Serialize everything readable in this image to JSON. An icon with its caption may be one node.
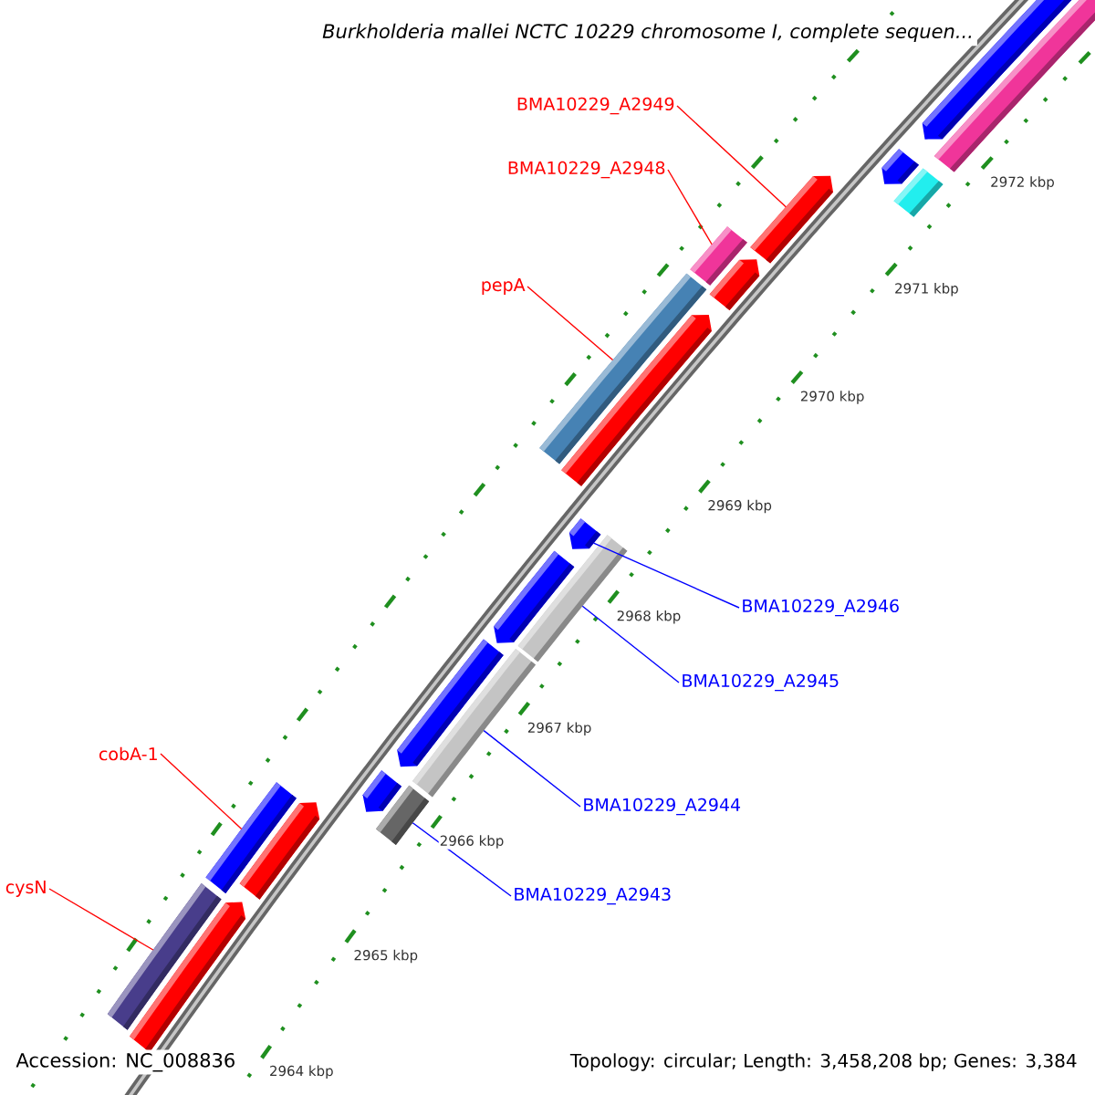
{
  "diagram": {
    "title": "Burkholderia mallei NCTC 10229 chromosome I, complete sequen...",
    "nodes": [
      {
        "text": [
          "BMA10229_A2949"
        ]
      },
      {
        "text": [
          "BMA10229_A2948"
        ]
      },
      {
        "text": [
          "pepA"
        ]
      },
      {
        "text": [
          "BMA10229_A2946"
        ]
      },
      {
        "text": [
          "BMA10229_A2945"
        ]
      },
      {
        "text": [
          "cobA-1"
        ]
      },
      {
        "text": [
          "BMA10229_A2944"
        ]
      },
      {
        "text": [
          "cysN"
        ]
      },
      {
        "text": [
          "BMA10229_A2943"
        ]
      },
      {
        "text": [],
        "shape": "bar"
      },
      {
        "text": [],
        "shape": "bar"
      },
      {
        "text": [],
        "shape": "bar"
      },
      {
        "text": [],
        "shape": "bar"
      },
      {
        "text": [],
        "shape": "bar"
      },
      {
        "text": [],
        "shape": "bar"
      },
      {
        "text": [],
        "shape": "bar"
      },
      {
        "text": [],
        "shape": "bar"
      },
      {
        "text": [],
        "shape": "bar"
      }
    ],
    "edges": [
      {
        "from": 0,
        "to": 9,
        "arrow": "none"
      },
      {
        "from": 1,
        "to": 10,
        "arrow": "none"
      },
      {
        "from": 2,
        "to": 11,
        "arrow": "none"
      },
      {
        "from": 3,
        "to": 12,
        "arrow": "none",
        "color": "#0000ff"
      },
      {
        "from": 4,
        "to": 13,
        "arrow": "none",
        "color": "#0000ff"
      },
      {
        "from": 5,
        "to": 16,
        "arrow": "none"
      },
      {
        "from": 6,
        "to": 14,
        "arrow": "none",
        "color": "#0000ff"
      },
      {
        "from": 7,
        "to": 17,
        "arrow": "none"
      },
      {
        "from": 8,
        "to": 15,
        "arrow": "none",
        "color": "#0000ff"
      }
    ],
    "labels": [
      "2972 kbp",
      "2971 kbp",
      "2970 kbp",
      "2969 kbp",
      "2968 kbp",
      "2967 kbp",
      "2966 kbp",
      "2965 kbp",
      "Accession: NC_008836",
      "2964 kbp",
      "Topology: circular; Length: 3,458,208 bp; Genes: 3,384"
    ]
  }
}
